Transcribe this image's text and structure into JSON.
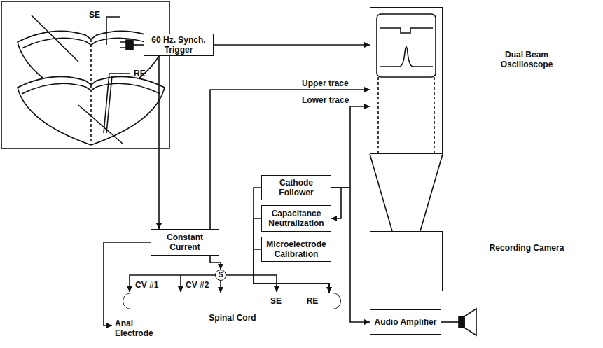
{
  "diagram": {
    "nodes": [
      {
        "text": [
          "60 Hz. Synch. Trigger"
        ]
      },
      {
        "text": [
          "Dual Beam Oscilloscope"
        ]
      },
      {
        "text": [
          "Recording Camera"
        ]
      },
      {
        "text": [
          "Constant Current"
        ]
      },
      {
        "text": [
          "Cathode Follower"
        ]
      },
      {
        "text": [
          "Capacitance Neutralization"
        ]
      },
      {
        "text": [
          "Microelectrode Calibration"
        ]
      },
      {
        "text": [
          "Audio Amplifier"
        ]
      },
      {
        "text": [
          "SE",
          "RE",
          "Spinal Cord"
        ]
      },
      {
        "text": [
          "S"
        ]
      }
    ],
    "edges": [
      {
        "from": 0,
        "to": 1,
        "arrow": "to"
      },
      {
        "from": 0,
        "to": 3,
        "arrow": "to"
      },
      {
        "from": 3,
        "to": 1,
        "label": "Upper trace",
        "arrow": "to"
      },
      {
        "from": 3,
        "to": 9,
        "arrow": "to"
      },
      {
        "from": 9,
        "to": 8,
        "arrow": "to"
      },
      {
        "from": 4,
        "to": 1,
        "label": "Lower trace",
        "arrow": "to"
      },
      {
        "from": 4,
        "to": 5,
        "arrow": "to"
      },
      {
        "from": 4,
        "to": 7,
        "arrow": "to"
      },
      {
        "from": 4,
        "to": 8,
        "arrow": "none"
      },
      {
        "from": 5,
        "to": 8,
        "arrow": "none"
      },
      {
        "from": 6,
        "to": 8,
        "arrow": "to"
      }
    ],
    "labels": [
      "Anal Electrode",
      "CV #1",
      "CV #2",
      "SE",
      "RE"
    ]
  }
}
